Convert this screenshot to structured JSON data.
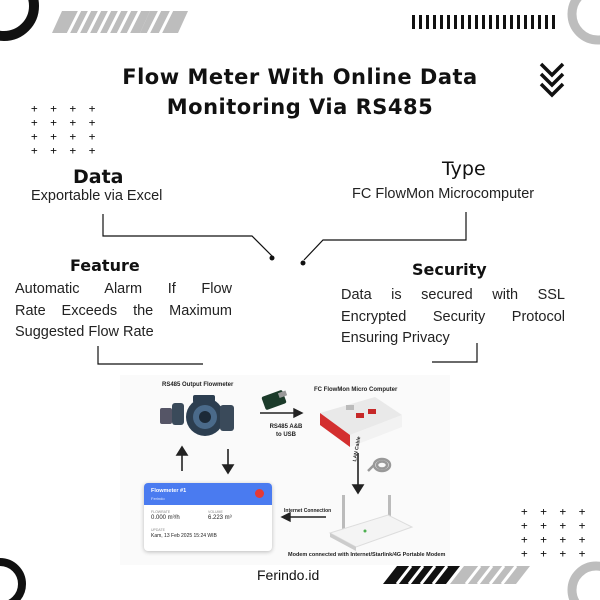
{
  "title": {
    "line1": "Flow Meter With Online Data",
    "line2": "Monitoring Via RS485"
  },
  "sections": {
    "data": {
      "heading": "Data",
      "text": "Exportable via Excel"
    },
    "type": {
      "heading": "Type",
      "text": "FC FlowMon Microcomputer"
    },
    "feature": {
      "heading": "Feature",
      "lines": [
        "Automatic Alarm If Flow",
        "Rate Exceeds the Maximum",
        "Suggested Flow Rate"
      ]
    },
    "security": {
      "heading": "Security",
      "lines": [
        "Data is secured with SSL",
        "Encrypted Security Protocol",
        "Ensuring Privacy"
      ]
    }
  },
  "diagram": {
    "flowmeter_label": "RS485 Output Flowmeter",
    "computer_label": "FC FlowMon Micro Computer",
    "converter_label_1": "RS485 A&B",
    "converter_label_2": "to USB",
    "lan_label": "LAN Cable",
    "internet_label": "Internet Connection",
    "modem_label": "Modem connected with Internet/Starlink/4G Portable Modem",
    "card": {
      "title": "Flowmeter #1",
      "subtitle": "Ferindo",
      "flow_label": "FLOWRATE",
      "flow_value": "0.000 m³/h",
      "volume_label": "VOLUME",
      "volume_value": "6.223 m³",
      "date_label": "UPDATE",
      "date_value": "Kam, 13 Feb 2025 15:24 WIB"
    }
  },
  "footer": {
    "brand": "Ferindo.id"
  },
  "plus_grid": "+ + + +",
  "colors": {
    "accent": "#111111",
    "card_header": "#4a7bf0",
    "alarm_red": "#e53935"
  }
}
